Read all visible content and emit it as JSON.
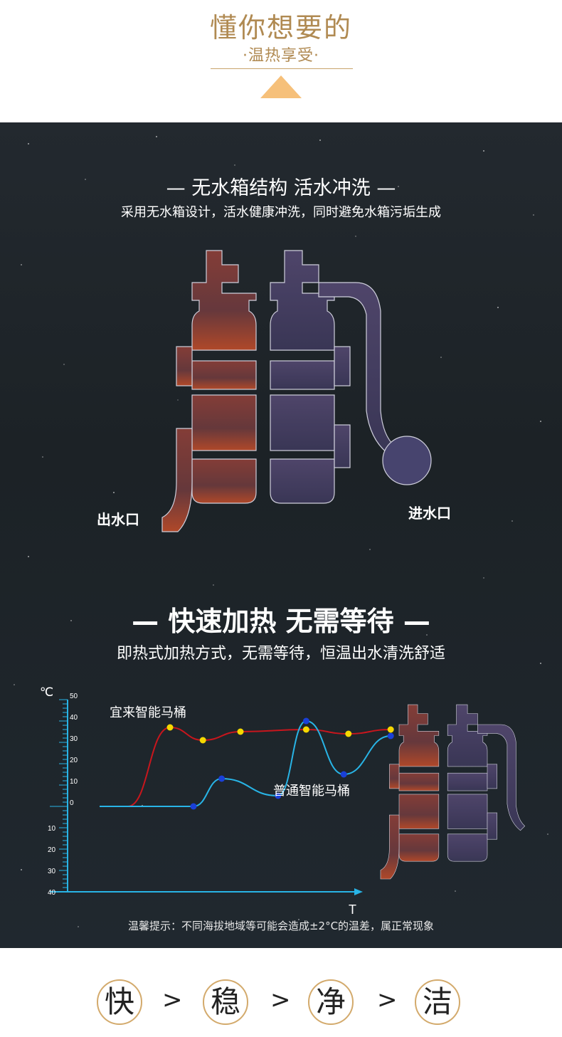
{
  "header": {
    "title": "懂你想要的",
    "subtitle": "·温热享受·"
  },
  "section1": {
    "title": "— 无水箱结构 活水冲洗 —",
    "desc": "采用无水箱设计，活水健康冲洗，同时避免水箱污垢生成",
    "outlet_label": "出水口",
    "inlet_label": "进水口"
  },
  "section2": {
    "title": "— 快速加热 无需等待 —",
    "desc": "即热式加热方式，无需等待，恒温出水清洗舒适"
  },
  "chart_data": {
    "type": "line",
    "y_unit": "℃",
    "x_label": "T",
    "y_ticks_above": [
      "50",
      "40",
      "30",
      "20",
      "10",
      "0"
    ],
    "y_ticks_below": [
      "10",
      "20",
      "30",
      "40"
    ],
    "ylim": [
      -40,
      50
    ],
    "series": [
      {
        "name": "宜来智能马桶",
        "color": "#c8161d",
        "marker_color": "#f5d800",
        "points": [
          [
            0.6,
            0
          ],
          [
            1.5,
            37
          ],
          [
            2.2,
            31
          ],
          [
            3.0,
            35
          ],
          [
            4.4,
            36
          ],
          [
            5.3,
            34
          ],
          [
            6.2,
            36
          ]
        ]
      },
      {
        "name": "普通智能马桶",
        "color": "#28b4e6",
        "marker_color": "#1a40d8",
        "points": [
          [
            0,
            0
          ],
          [
            2.0,
            0
          ],
          [
            2.6,
            13
          ],
          [
            3.8,
            5
          ],
          [
            4.4,
            40
          ],
          [
            5.2,
            15
          ],
          [
            6.2,
            33
          ]
        ]
      }
    ]
  },
  "tip": "温馨提示：不同海拔地域等可能会造成±2°C的温差，属正常现象",
  "footer": {
    "steps": [
      "快",
      "稳",
      "净",
      "洁"
    ],
    "separator": ">"
  },
  "colors": {
    "gold": "#b08a52",
    "triangle": "#f6c07a",
    "background": "#1f262b",
    "hot": "#c8161d",
    "cold": "#28b4e6"
  }
}
